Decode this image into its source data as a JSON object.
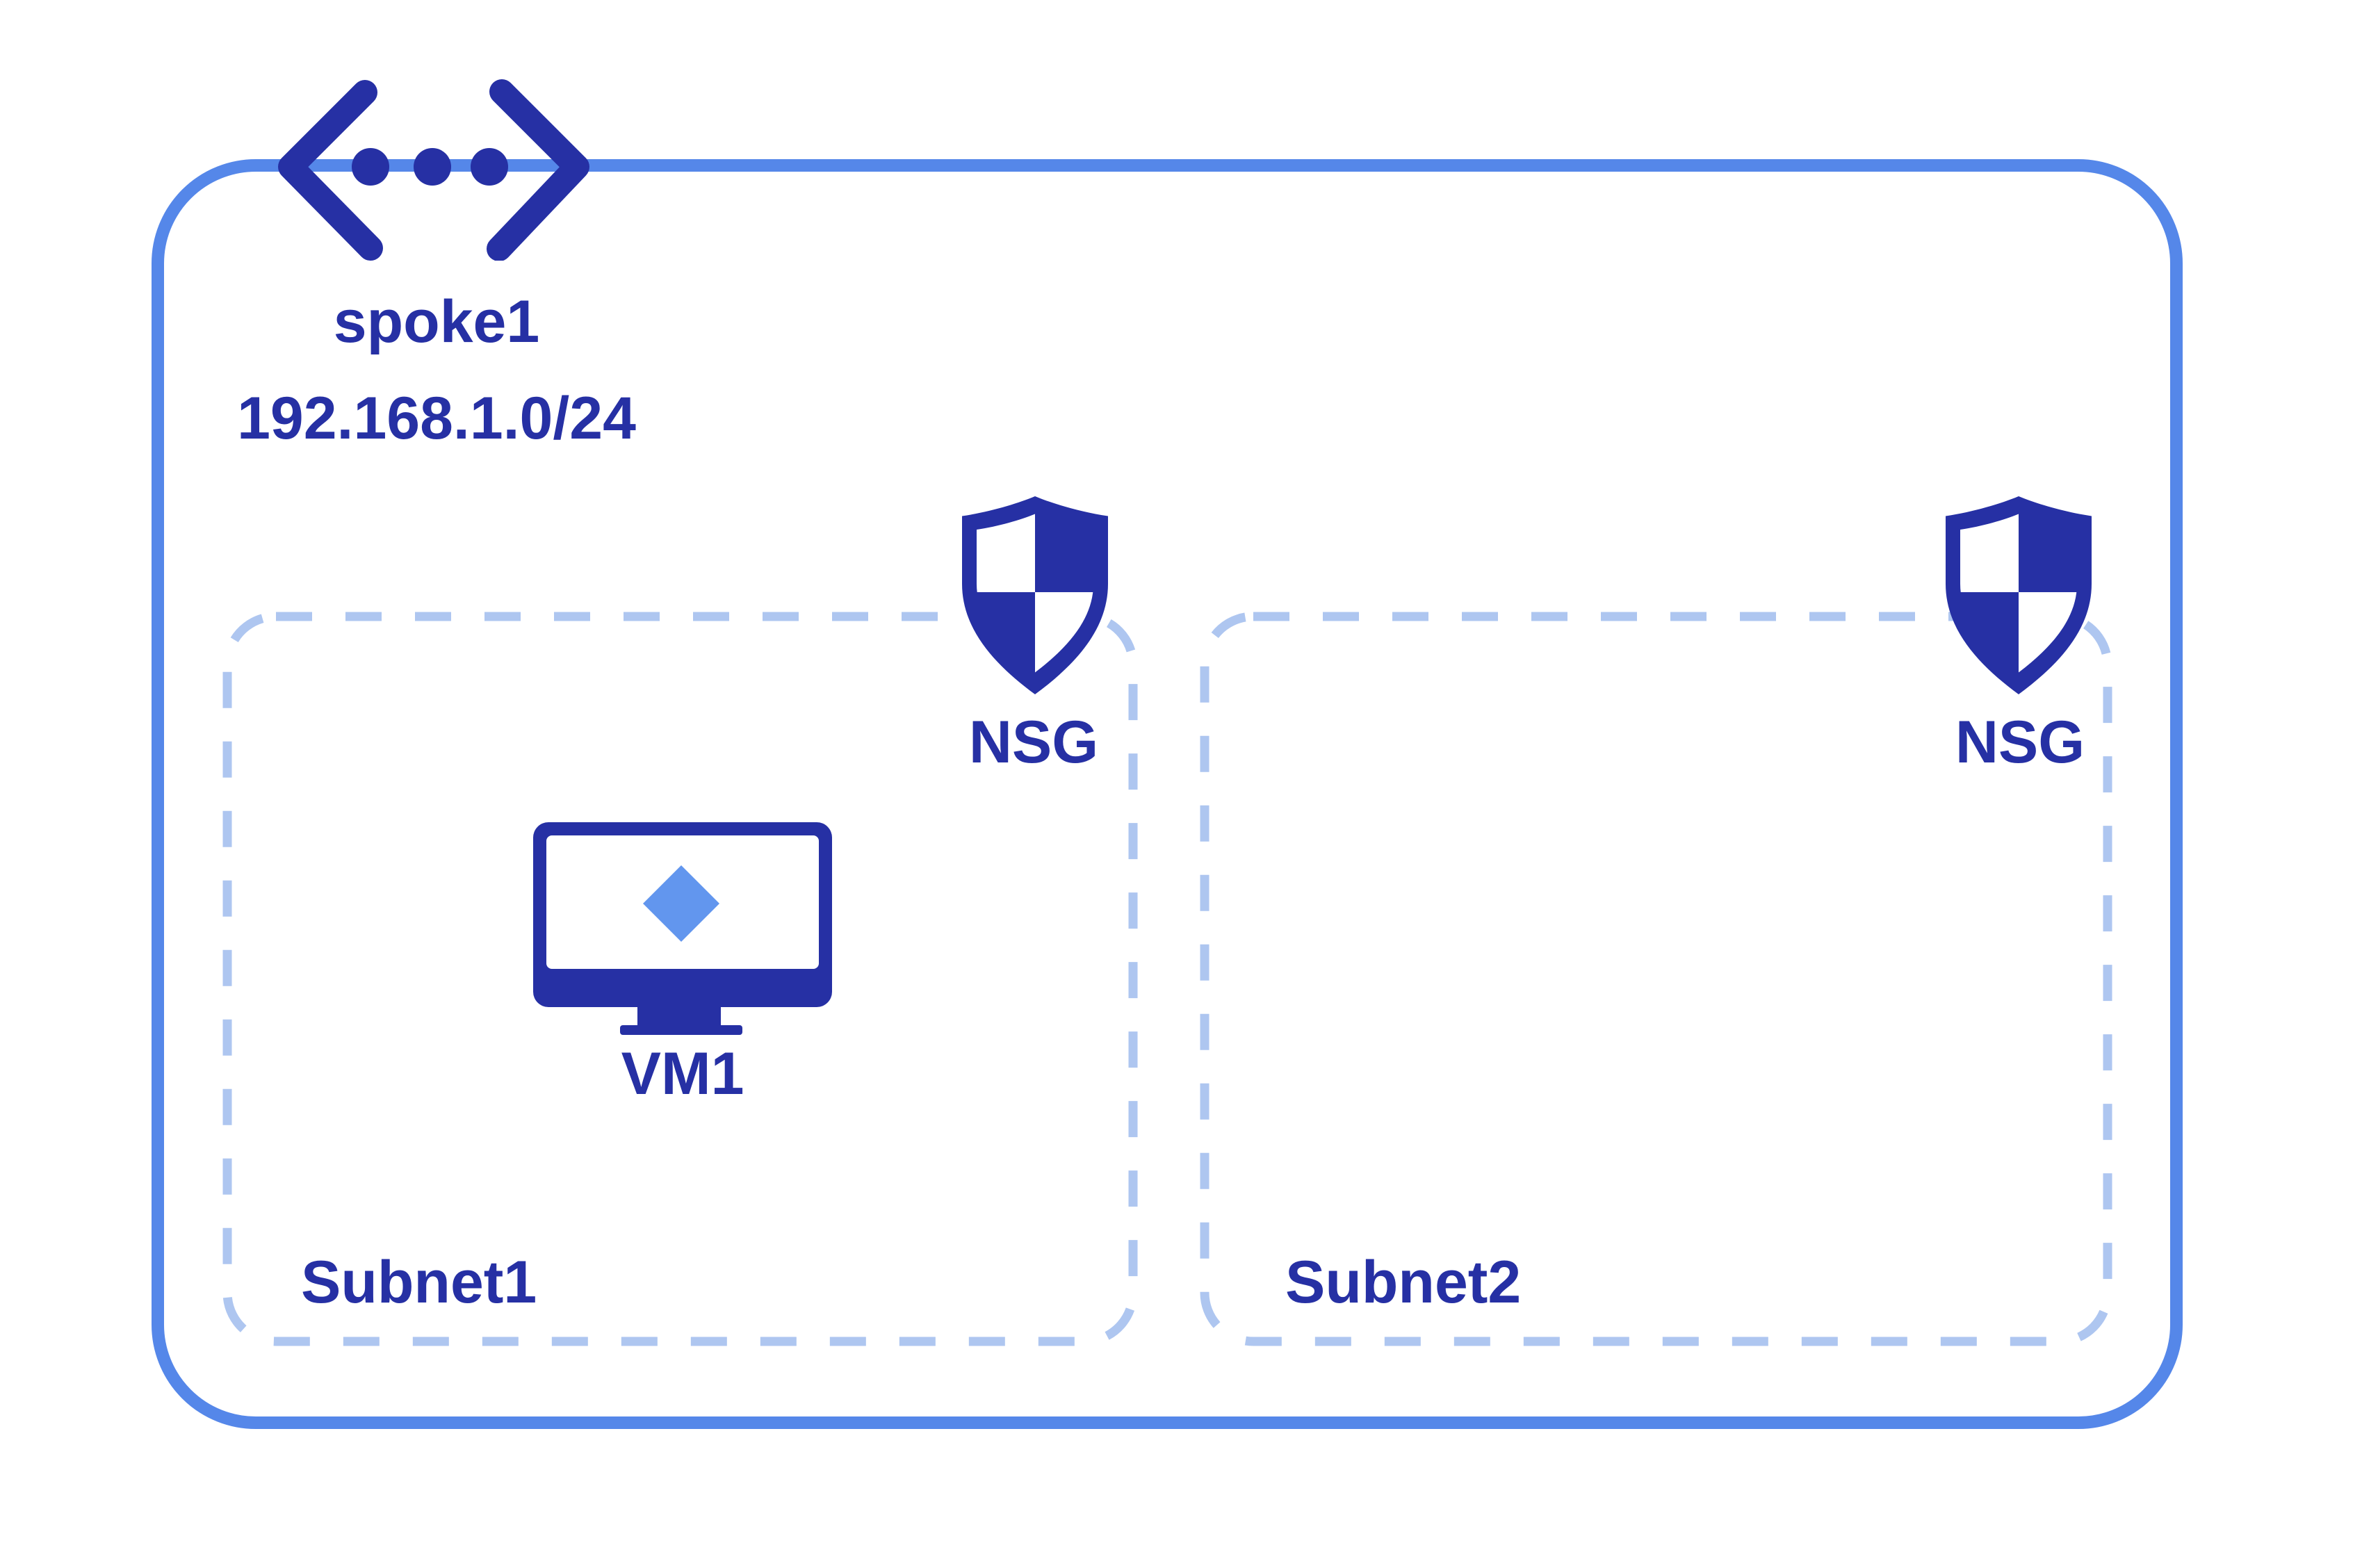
{
  "diagram": {
    "type": "azure-virtual-network-topology",
    "vnet": {
      "name": "spoke1",
      "cidr": "192.168.1.0/24",
      "icon": "virtual-network-icon"
    },
    "subnets": [
      {
        "label": "Subnet1",
        "nsg": {
          "label": "NSG",
          "icon": "nsg-shield-icon"
        },
        "vms": [
          {
            "label": "VM1",
            "icon": "vm-monitor-icon"
          }
        ]
      },
      {
        "label": "Subnet2",
        "nsg": {
          "label": "NSG",
          "icon": "nsg-shield-icon"
        },
        "vms": []
      }
    ],
    "colors": {
      "navy_icon_text": "#2630A4",
      "vnet_border": "#5587E9",
      "subnet_dash": "#AEC6F0",
      "vm_diamond": "#6296EE",
      "background": "#FFFFFF"
    }
  }
}
